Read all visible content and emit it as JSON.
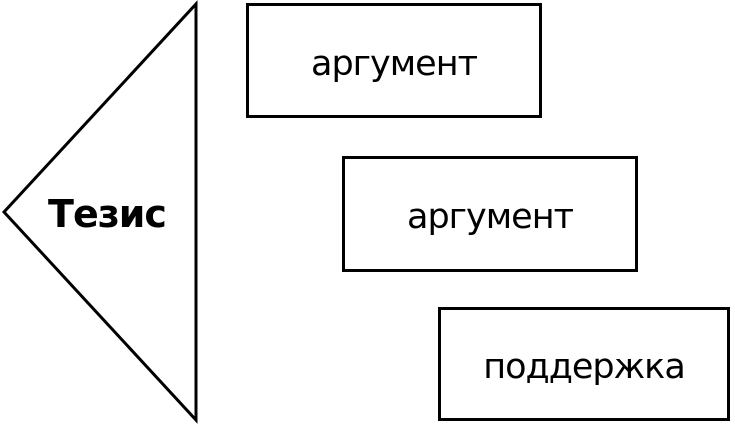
{
  "diagram": {
    "thesis": {
      "label": "Тезис"
    },
    "boxes": [
      {
        "label": "аргумент"
      },
      {
        "label": "аргумент"
      },
      {
        "label": "поддержка"
      }
    ],
    "colors": {
      "stroke": "#000000",
      "background": "#ffffff",
      "text": "#000000"
    }
  }
}
